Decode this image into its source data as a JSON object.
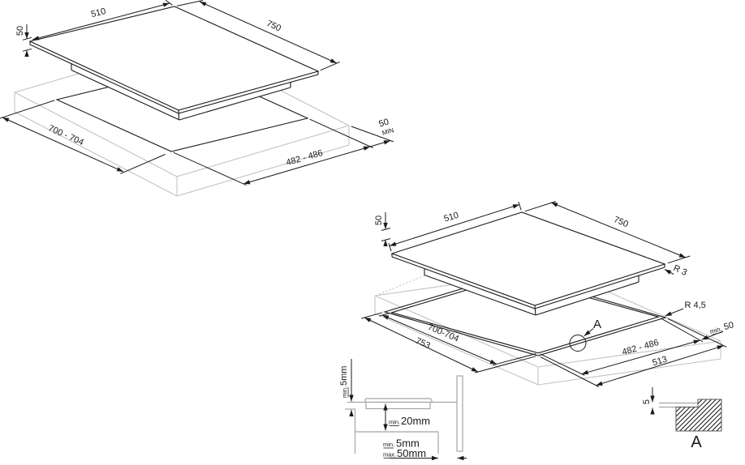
{
  "colors": {
    "ink": "#1a1a1a",
    "light": "#c2c2c2",
    "mid": "#a5a5a5"
  },
  "top_view": {
    "width": "510",
    "depth": "750",
    "height": "50",
    "cutout_length": "700 - 704",
    "cutout_width": "482 - 486",
    "margin": "50",
    "margin_unit": "MIN"
  },
  "flush_view": {
    "width": "510",
    "depth": "750",
    "height": "50",
    "cutout_length": "700-704",
    "recess_length": "753",
    "cutout_width": "482 - 486",
    "recess_width": "513",
    "radius_top": "R 3",
    "radius_recess": "R 4,5",
    "margin_prefix": "min.",
    "margin": "50",
    "detail_marker": "A"
  },
  "section_view": {
    "top_prefix": "min.",
    "top_value": "5mm",
    "gap_prefix": "min.",
    "gap_value": "20mm",
    "side_min_prefix": "min.",
    "side_min_value": "5mm",
    "side_max_prefix": "max.",
    "side_max_value": "50mm"
  },
  "detail_view": {
    "step_depth": "5",
    "label": "A"
  }
}
